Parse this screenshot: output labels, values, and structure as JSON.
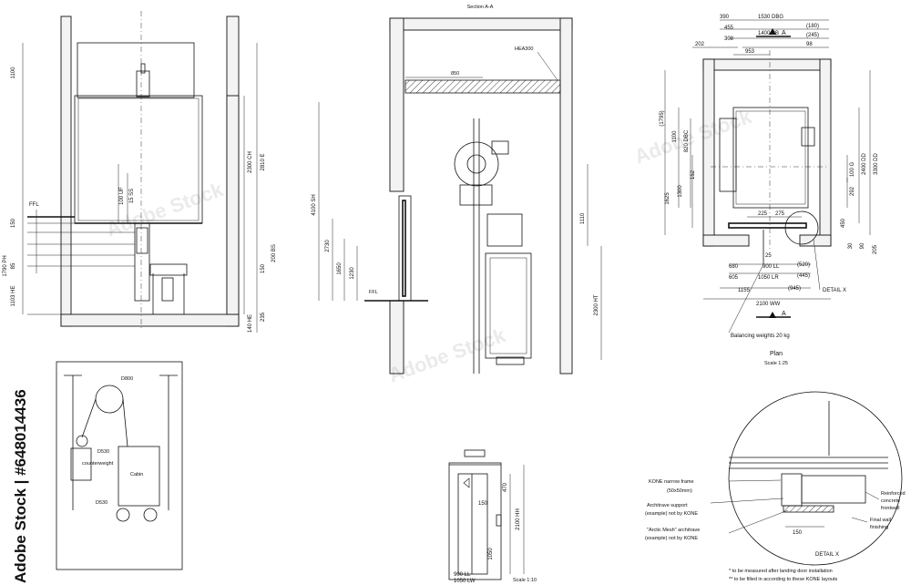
{
  "section_view": {
    "title": "Section A-A",
    "beam_label": "HEA300",
    "dims": [
      "850",
      "4100 SH",
      "2730",
      "1650",
      "1230",
      "1110",
      "2300 HT"
    ],
    "ffl": "FFL"
  },
  "elevation_view": {
    "dims_left": [
      "1100",
      "150",
      "1790 PH",
      "85",
      "1103 HE"
    ],
    "dims_right": [
      "2300 CH",
      "2810 E",
      "100 UF",
      "15 SS",
      "200 BS",
      "150",
      "235",
      "140 HE"
    ],
    "ffl": "FFL"
  },
  "plan_view": {
    "dims_top": [
      "390",
      "1530 DBG",
      "(180)",
      "455",
      "1400 BB",
      "(245)",
      "308",
      "98",
      "202",
      "953"
    ],
    "dims_left": [
      "(1795)",
      "1100",
      "820 DBC",
      "1625",
      "1300",
      "152"
    ],
    "dims_right": [
      "3300 DD",
      "2400 DD",
      "100 G",
      "292",
      "450",
      "30",
      "90",
      "205"
    ],
    "dims_bottom": [
      "225",
      "275",
      "25",
      "680",
      "900 LL",
      "(520)",
      "605",
      "1050 LR",
      "(445)",
      "1155",
      "(945)",
      "2100 WW"
    ],
    "section_marker": "A",
    "detail_label": "DETAIL X",
    "balancing": "Balancing weights 20 kg",
    "title": "Plan",
    "scale": "Scale 1:25"
  },
  "roping_view": {
    "pulley_top": "D800",
    "pulley_mid": "D530",
    "pulley_bottom": "D530",
    "counterweight": "counterweight",
    "cabin": "Cabin"
  },
  "door_view": {
    "dims": [
      "470",
      "150",
      "2100 HH",
      "1050",
      "900 LL",
      "1050 LW"
    ],
    "scale": "Scale 1:10"
  },
  "detail_view": {
    "notes_left": [
      "KONE narrow frame",
      "(50x50mm)",
      "Architrave support",
      "(example) not by KONE",
      "\"Arctic Mesh\" architrave",
      "(example) not by KONE"
    ],
    "notes_right": [
      "Reinforced",
      "concrete",
      "frontwall",
      "Final wall",
      "finishing"
    ],
    "dim": "150",
    "label": "DETAIL X",
    "footnote_1": "* to be measured after landing door installation",
    "footnote_2": "** to be filled in according to these KONE layouts"
  },
  "stock_id": "Adobe Stock | #648014436",
  "watermark": "Adobe Stock"
}
